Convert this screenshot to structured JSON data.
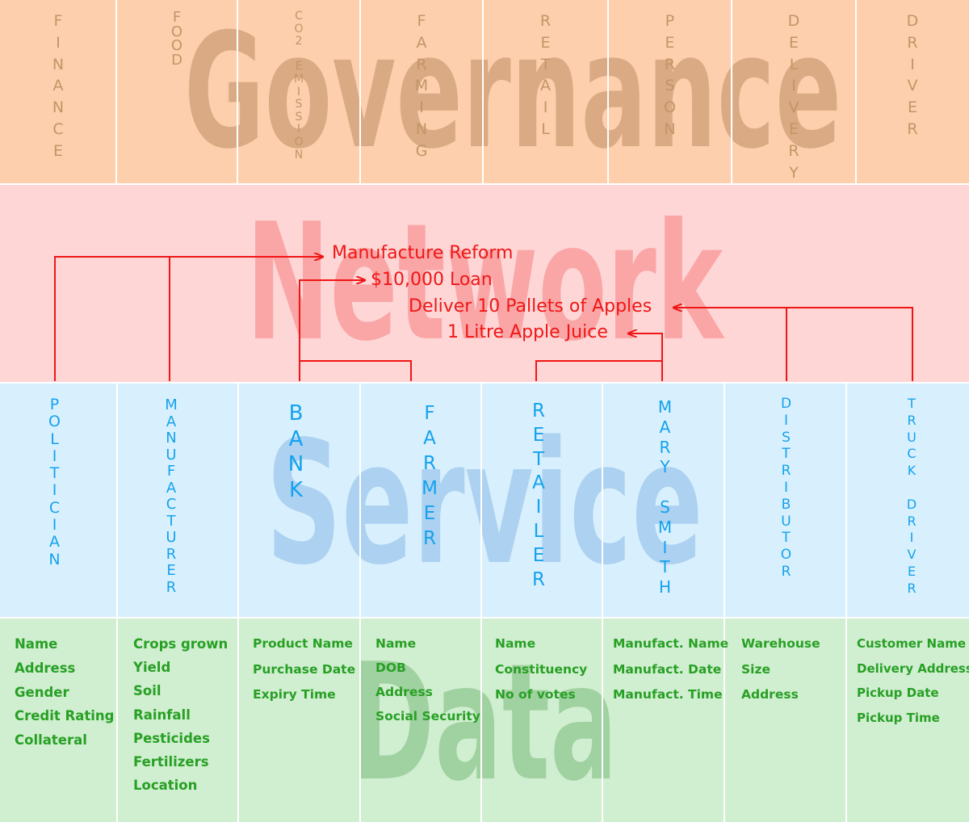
{
  "colors": {
    "governance_bg": "#fdcfac",
    "network_bg": "#fed6d6",
    "service_bg": "#d8f0fd",
    "data_bg": "#d0eed0",
    "separator": "#ffffff",
    "governance_text": "#c39567",
    "service_text": "#15a2ee",
    "data_text": "#27a024",
    "network_text": "#f01616",
    "arrow": "#f01616"
  },
  "governance": {
    "watermark": "Governance",
    "items": [
      "FINANCE",
      "FOOD",
      "CO2 EMISSION",
      "FARMING",
      "RETAIL",
      "PERSON",
      "DELIVERY",
      "DRIVER"
    ]
  },
  "network": {
    "watermark": "Network",
    "messages": [
      "Manufacture Reform",
      "$10,000 Loan",
      "Deliver 10 Pallets of Apples",
      "1 Litre Apple Juice"
    ]
  },
  "service": {
    "watermark": "Service",
    "items": [
      "POLITICIAN",
      "MANUFACTURER",
      "BANK",
      "FARMER",
      "RETAILER",
      "MARY SMITH",
      "DISTRIBUTOR",
      "TRUCK DRIVER"
    ]
  },
  "data": {
    "watermark": "Data",
    "columns": [
      [
        "Name",
        "Address",
        "Gender",
        "Credit Rating",
        "Collateral"
      ],
      [
        "Crops grown",
        "Yield",
        "Soil",
        "Rainfall",
        "Pesticides",
        "Fertilizers",
        "Location"
      ],
      [
        "Product Name",
        "Purchase Date",
        "Expiry Time"
      ],
      [
        "Name",
        "DOB",
        "Address",
        "Social Security"
      ],
      [
        "Name",
        "Constituency",
        "No of votes"
      ],
      [
        "Manufact. Name",
        "Manufact. Date",
        "Manufact. Time"
      ],
      [
        "Warehouse",
        "Size",
        "Address"
      ],
      [
        "Customer Name",
        "Delivery Address",
        "Pickup Date",
        "Pickup Time"
      ]
    ]
  }
}
